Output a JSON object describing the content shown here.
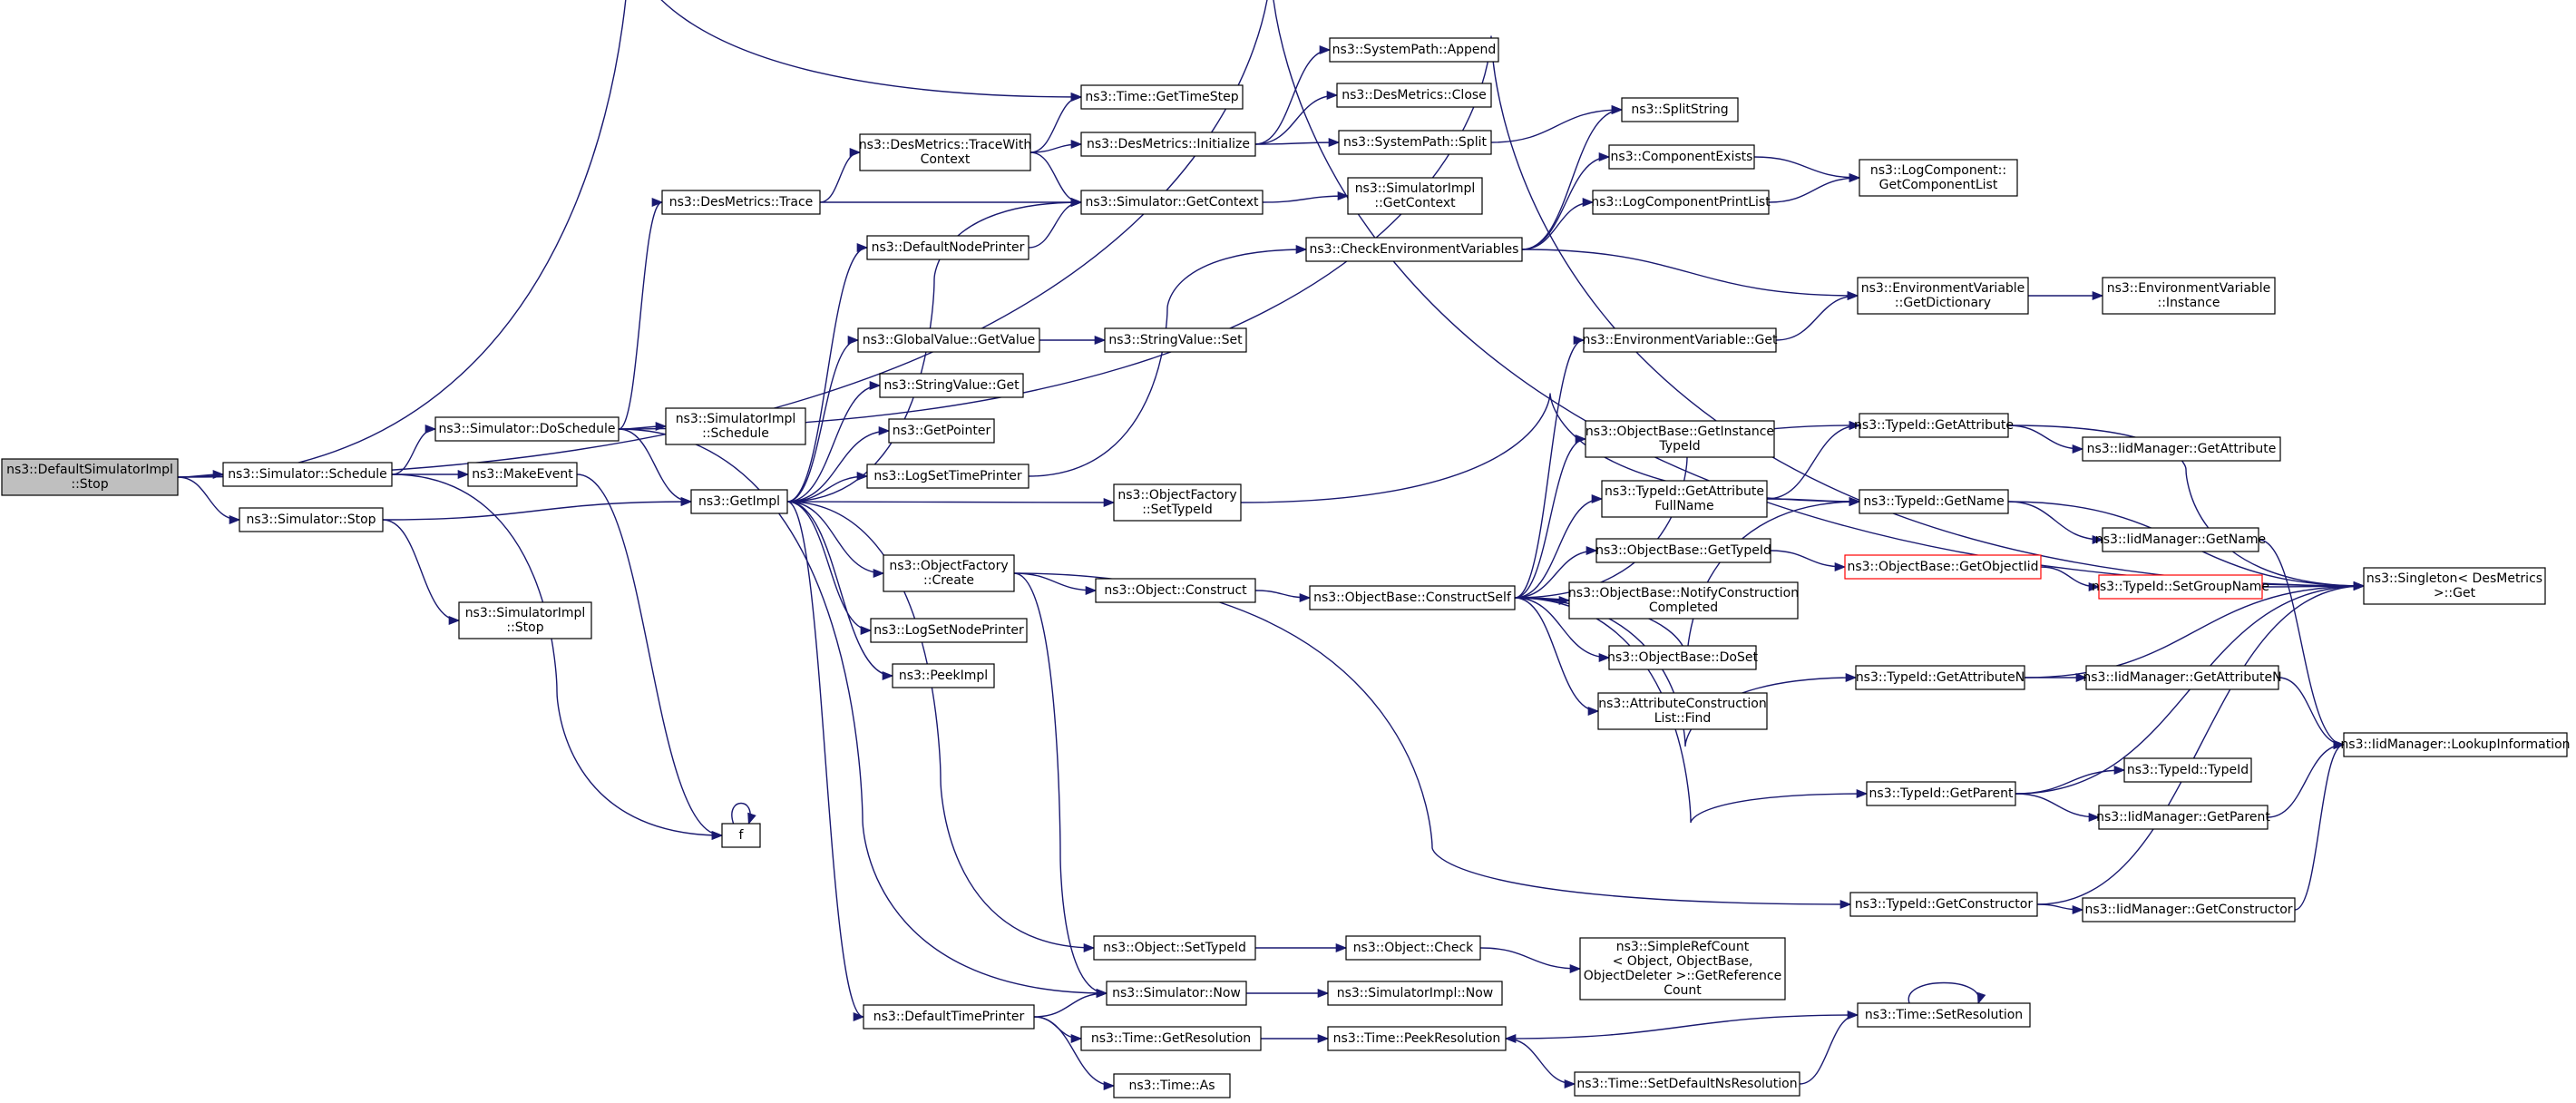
{
  "nodes": [
    {
      "id": "root",
      "lines": [
        "ns3::DefaultSimulatorImpl",
        "::Stop"
      ]
    },
    {
      "id": "schedule",
      "lines": [
        "ns3::Simulator::Schedule"
      ]
    },
    {
      "id": "simstop",
      "lines": [
        "ns3::Simulator::Stop"
      ]
    },
    {
      "id": "doschedule",
      "lines": [
        "ns3::Simulator::DoSchedule"
      ]
    },
    {
      "id": "makeevent",
      "lines": [
        "ns3::MakeEvent"
      ]
    },
    {
      "id": "simimplstop",
      "lines": [
        "ns3::SimulatorImpl",
        "::Stop"
      ]
    },
    {
      "id": "desmtrace",
      "lines": [
        "ns3::DesMetrics::Trace"
      ]
    },
    {
      "id": "simimplschedule",
      "lines": [
        "ns3::SimulatorImpl",
        "::Schedule"
      ]
    },
    {
      "id": "getimpl",
      "lines": [
        "ns3::GetImpl"
      ]
    },
    {
      "id": "f",
      "lines": [
        "f"
      ]
    },
    {
      "id": "tracewithctx",
      "lines": [
        "ns3::DesMetrics::TraceWith",
        "Context"
      ]
    },
    {
      "id": "defnodeprinter",
      "lines": [
        "ns3::DefaultNodePrinter"
      ]
    },
    {
      "id": "gvgetvalue",
      "lines": [
        "ns3::GlobalValue::GetValue"
      ]
    },
    {
      "id": "strvget",
      "lines": [
        "ns3::StringValue::Get"
      ]
    },
    {
      "id": "getpointer",
      "lines": [
        "ns3::GetPointer"
      ]
    },
    {
      "id": "logsettime",
      "lines": [
        "ns3::LogSetTimePrinter"
      ]
    },
    {
      "id": "ofcreate",
      "lines": [
        "ns3::ObjectFactory",
        "::Create"
      ]
    },
    {
      "id": "logsetnode",
      "lines": [
        "ns3::LogSetNodePrinter"
      ]
    },
    {
      "id": "peekimpl",
      "lines": [
        "ns3::PeekImpl"
      ]
    },
    {
      "id": "deftimeprinter",
      "lines": [
        "ns3::DefaultTimePrinter"
      ]
    },
    {
      "id": "gettimestep",
      "lines": [
        "ns3::Time::GetTimeStep"
      ]
    },
    {
      "id": "dminit",
      "lines": [
        "ns3::DesMetrics::Initialize"
      ]
    },
    {
      "id": "simgetctx",
      "lines": [
        "ns3::Simulator::GetContext"
      ]
    },
    {
      "id": "strvset",
      "lines": [
        "ns3::StringValue::Set"
      ]
    },
    {
      "id": "ofsettypeid",
      "lines": [
        "ns3::ObjectFactory",
        "::SetTypeId"
      ]
    },
    {
      "id": "objconstruct",
      "lines": [
        "ns3::Object::Construct"
      ]
    },
    {
      "id": "objsettypeid",
      "lines": [
        "ns3::Object::SetTypeId"
      ]
    },
    {
      "id": "simnow",
      "lines": [
        "ns3::Simulator::Now"
      ]
    },
    {
      "id": "timegetres",
      "lines": [
        "ns3::Time::GetResolution"
      ]
    },
    {
      "id": "timeas",
      "lines": [
        "ns3::Time::As"
      ]
    },
    {
      "id": "spappend",
      "lines": [
        "ns3::SystemPath::Append"
      ]
    },
    {
      "id": "dmclose",
      "lines": [
        "ns3::DesMetrics::Close"
      ]
    },
    {
      "id": "spsplit",
      "lines": [
        "ns3::SystemPath::Split"
      ]
    },
    {
      "id": "simimplgetctx",
      "lines": [
        "ns3::SimulatorImpl",
        "::GetContext"
      ]
    },
    {
      "id": "checkenv",
      "lines": [
        "ns3::CheckEnvironmentVariables"
      ]
    },
    {
      "id": "obconstructself",
      "lines": [
        "ns3::ObjectBase::ConstructSelf"
      ]
    },
    {
      "id": "objcheck",
      "lines": [
        "ns3::Object::Check"
      ]
    },
    {
      "id": "simimplnow",
      "lines": [
        "ns3::SimulatorImpl::Now"
      ]
    },
    {
      "id": "timepeekres",
      "lines": [
        "ns3::Time::PeekResolution"
      ]
    },
    {
      "id": "splitstring",
      "lines": [
        "ns3::SplitString"
      ]
    },
    {
      "id": "compexists",
      "lines": [
        "ns3::ComponentExists"
      ]
    },
    {
      "id": "logcompprint",
      "lines": [
        "ns3::LogComponentPrintList"
      ]
    },
    {
      "id": "envget",
      "lines": [
        "ns3::EnvironmentVariable::Get"
      ]
    },
    {
      "id": "obgetinst",
      "lines": [
        "ns3::ObjectBase::GetInstance",
        "TypeId"
      ]
    },
    {
      "id": "tidgetattrfull",
      "lines": [
        "ns3::TypeId::GetAttribute",
        "FullName"
      ]
    },
    {
      "id": "obgettypeid",
      "lines": [
        "ns3::ObjectBase::GetTypeId"
      ]
    },
    {
      "id": "obnotify",
      "lines": [
        "ns3::ObjectBase::NotifyConstruction",
        "Completed"
      ]
    },
    {
      "id": "obdoset",
      "lines": [
        "ns3::ObjectBase::DoSet"
      ]
    },
    {
      "id": "attrconstfind",
      "lines": [
        "ns3::AttributeConstruction",
        "List::Find"
      ]
    },
    {
      "id": "refcount",
      "lines": [
        "ns3::SimpleRefCount",
        "< Object, ObjectBase,",
        "ObjectDeleter >::GetReference",
        "Count"
      ]
    },
    {
      "id": "setdefns",
      "lines": [
        "ns3::Time::SetDefaultNsResolution"
      ]
    },
    {
      "id": "logcompgetlist",
      "lines": [
        "ns3::LogComponent::",
        "GetComponentList"
      ]
    },
    {
      "id": "envgetdict",
      "lines": [
        "ns3::EnvironmentVariable",
        "::GetDictionary"
      ]
    },
    {
      "id": "tidgetattr",
      "lines": [
        "ns3::TypeId::GetAttribute"
      ]
    },
    {
      "id": "tidgetname",
      "lines": [
        "ns3::TypeId::GetName"
      ]
    },
    {
      "id": "obgetobjtid",
      "lines": [
        "ns3::ObjectBase::GetObjectIid"
      ]
    },
    {
      "id": "tidgetattrn",
      "lines": [
        "ns3::TypeId::GetAttributeN"
      ]
    },
    {
      "id": "tidgetparent",
      "lines": [
        "ns3::TypeId::GetParent"
      ]
    },
    {
      "id": "tidgetconstructor",
      "lines": [
        "ns3::TypeId::GetConstructor"
      ]
    },
    {
      "id": "timesetres",
      "lines": [
        "ns3::Time::SetResolution"
      ]
    },
    {
      "id": "envinstance",
      "lines": [
        "ns3::EnvironmentVariable",
        "::Instance"
      ]
    },
    {
      "id": "iidgetattr",
      "lines": [
        "ns3::IidManager::GetAttribute"
      ]
    },
    {
      "id": "iidgetname",
      "lines": [
        "ns3::IidManager::GetName"
      ]
    },
    {
      "id": "tidsetgroup",
      "lines": [
        "ns3::TypeId::SetGroupName"
      ]
    },
    {
      "id": "iidgetattrn",
      "lines": [
        "ns3::IidManager::GetAttributeN"
      ]
    },
    {
      "id": "tidtypeid",
      "lines": [
        "ns3::TypeId::TypeId"
      ]
    },
    {
      "id": "iidgetparent",
      "lines": [
        "ns3::IidManager::GetParent"
      ]
    },
    {
      "id": "iidgetconstructor",
      "lines": [
        "ns3::IidManager::GetConstructor"
      ]
    },
    {
      "id": "singletonget",
      "lines": [
        "ns3::Singleton< DesMetrics",
        " >::Get"
      ]
    },
    {
      "id": "iidlookup",
      "lines": [
        "ns3::IidManager::LookupInformation"
      ]
    }
  ],
  "colors": {
    "edge": "#191970",
    "root_fill": "#bfbfbf",
    "node_border": "#000000",
    "highlight_border": "#ff0000"
  }
}
